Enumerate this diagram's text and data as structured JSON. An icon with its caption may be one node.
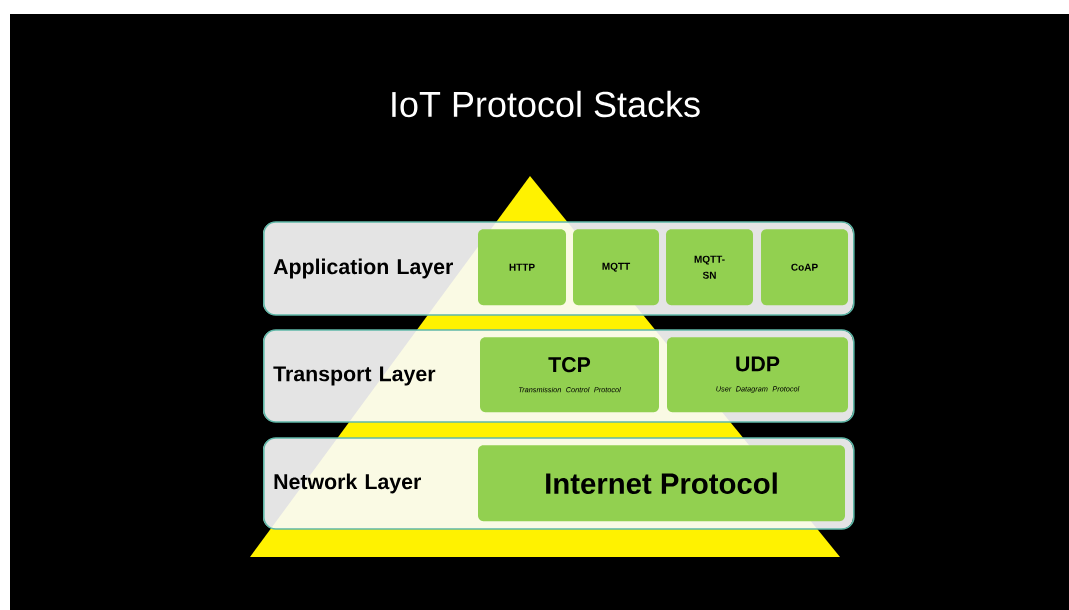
{
  "diagram": {
    "title": "IoT Protocol Stacks",
    "nodes": [
      {
        "text": [
          "Application Layer"
        ]
      },
      {
        "text": [
          "HTTP"
        ],
        "in": 0
      },
      {
        "text": [
          "MQTT"
        ],
        "in": 0
      },
      {
        "text": [
          "MQTT-SN"
        ],
        "in": 0
      },
      {
        "text": [
          "CoAP"
        ],
        "in": 0
      },
      {
        "text": [
          "Transport Layer"
        ]
      },
      {
        "text": [
          "TCP",
          "Transmission Control Protocol"
        ],
        "in": 5
      },
      {
        "text": [
          "UDP",
          "User Datagram Protocol"
        ],
        "in": 5
      },
      {
        "text": [
          "Network Layer"
        ]
      },
      {
        "text": [
          "Internet Protocol"
        ],
        "in": 8
      }
    ]
  }
}
